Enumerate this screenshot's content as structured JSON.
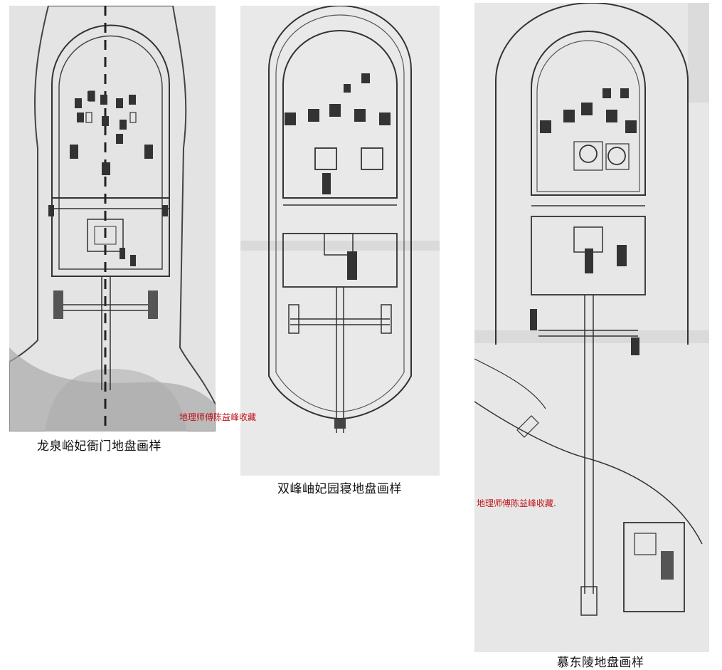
{
  "plans": [
    {
      "caption": "龙泉峪妃衙门地盘画样"
    },
    {
      "caption": "双峰岫妃园寝地盘画样"
    },
    {
      "caption": "慕东陵地盘画样"
    }
  ],
  "watermarks": [
    {
      "text": "地理师傅陈益峰收藏"
    },
    {
      "text": "地理师傅陈益峰收藏."
    }
  ],
  "colors": {
    "paper": "#e6e6e6",
    "ink": "#2a2a2a",
    "watermark": "#c0151a"
  }
}
